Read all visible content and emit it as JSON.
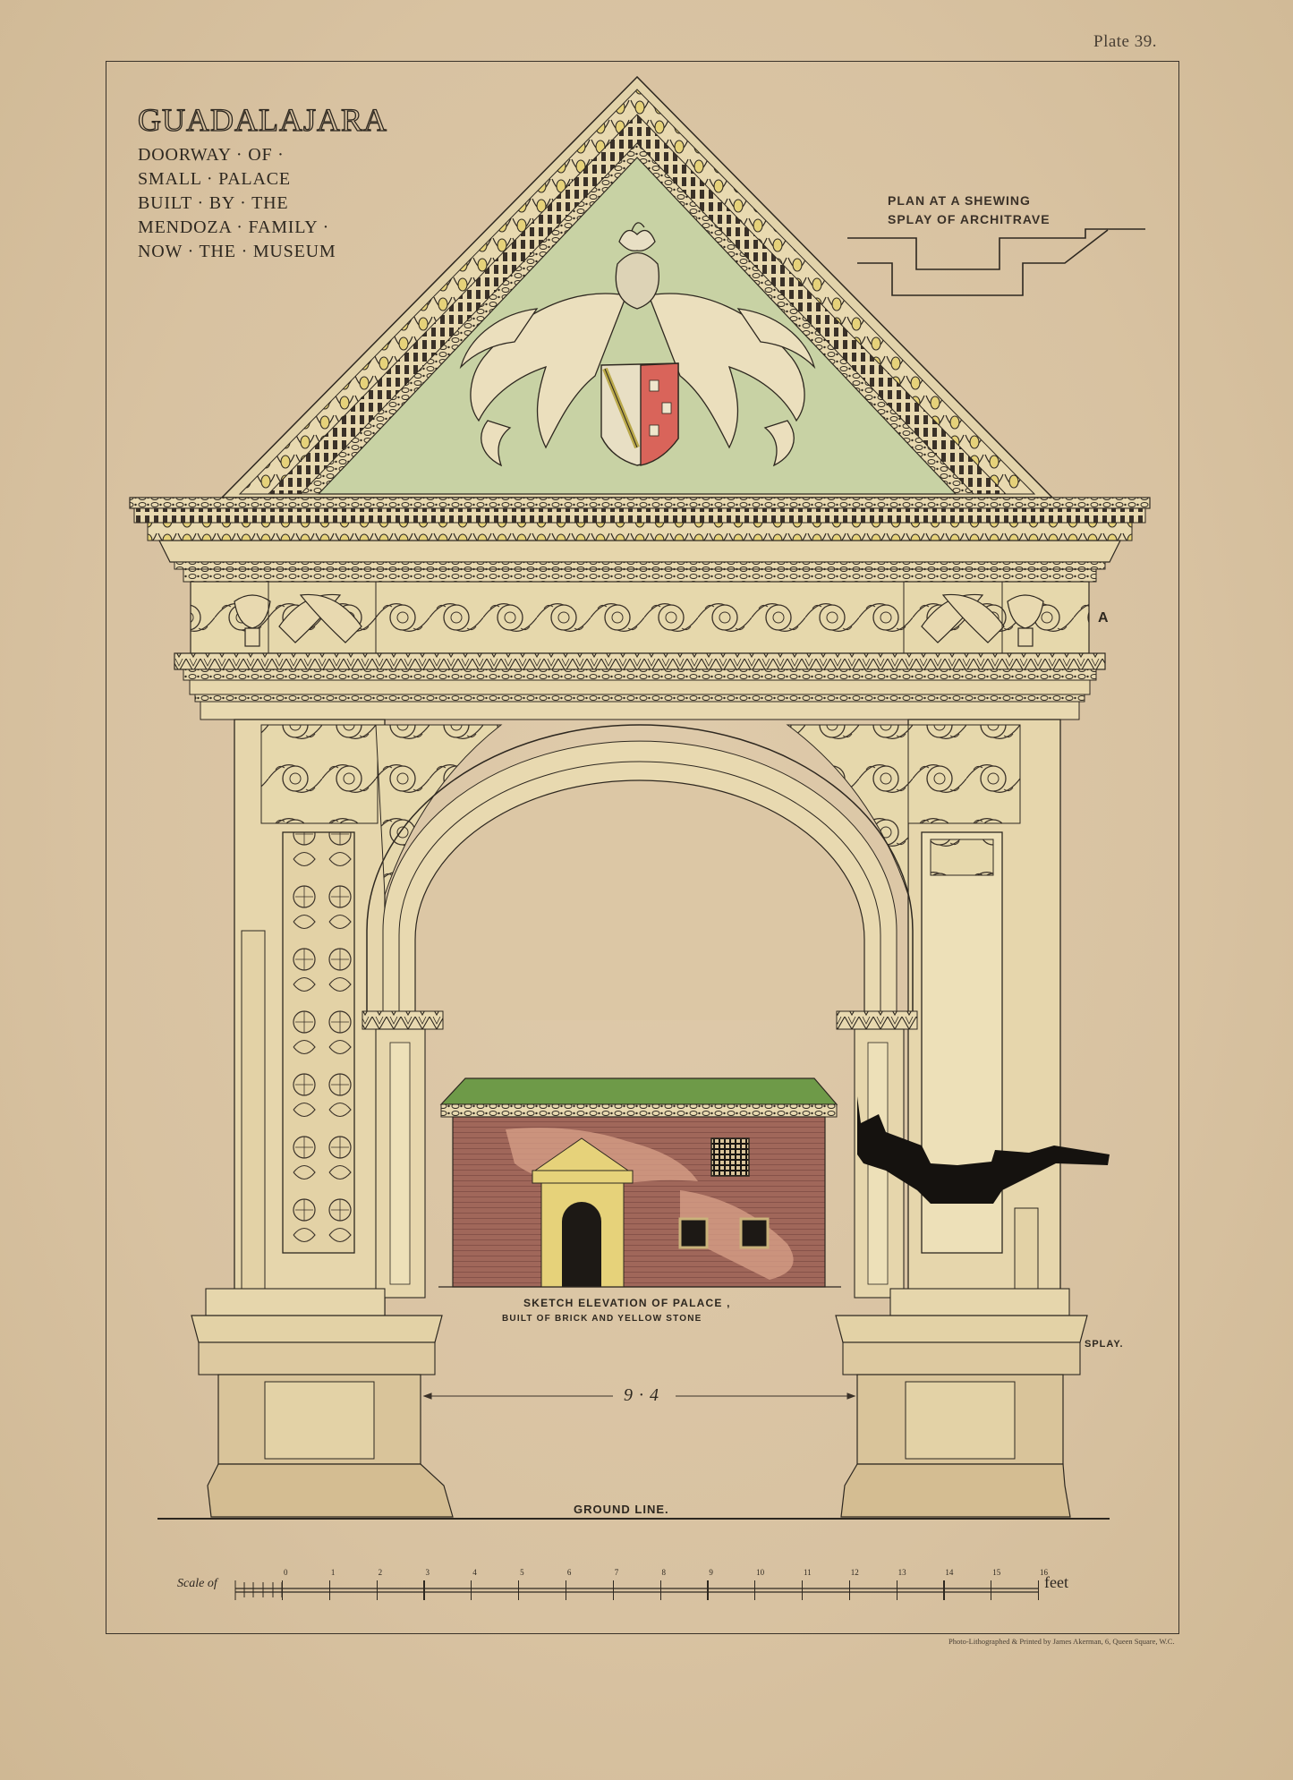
{
  "plate": {
    "number_label": "Plate 39."
  },
  "title": {
    "main": "GUADALAJARA",
    "lines": [
      "DOORWAY · OF ·",
      "SMALL · PALACE",
      "BUILT · BY · THE",
      "MENDOZA · FAMILY ·",
      "NOW · THE · MUSEUM"
    ]
  },
  "plan_detail": {
    "caption_line1": "Plan at A shewing",
    "caption_line2": "Splay of Architrave"
  },
  "annotations": {
    "section_marker": "A",
    "splay_label": "SPLAY.",
    "opening_width": "9 · 4",
    "ground_line": "GROUND LINE."
  },
  "sketch": {
    "caption_line1": "SKETCH ELEVATION OF PALACE ,",
    "caption_line2": "BUILT OF BRICK AND YELLOW STONE"
  },
  "scale_bar": {
    "label": "Scale of",
    "unit": "feet",
    "ticks": [
      "0",
      "1",
      "2",
      "3",
      "4",
      "5",
      "6",
      "7",
      "8",
      "9",
      "10",
      "11",
      "12",
      "13",
      "14",
      "15",
      "16"
    ]
  },
  "credit": "Photo-Lithographed & Printed by James Akerman, 6, Queen Square, W.C.",
  "colors": {
    "paper": "#d9c4a4",
    "ink": "#2e2820",
    "stone": "#e8d9b0",
    "pediment_green": "#c8d2a4",
    "egg_yellow": "#e6d27a",
    "roof_green": "#6e9a48",
    "brick": "#a0675a",
    "brick_light": "#d9a28a",
    "heraldic_red": "#d9645a"
  }
}
